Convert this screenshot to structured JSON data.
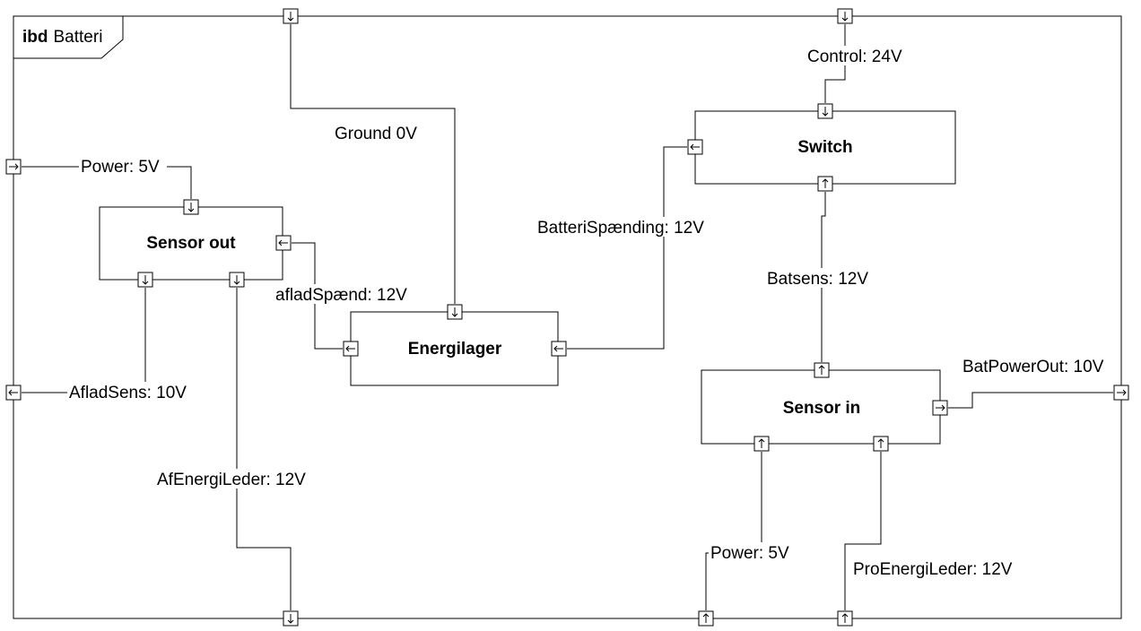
{
  "frame": {
    "keyword": "ibd",
    "name": "Batteri"
  },
  "blocks": {
    "sensor_out": "Sensor out",
    "energilager": "Energilager",
    "switch": "Switch",
    "sensor_in": "Sensor in"
  },
  "connections": {
    "power_left": "Power: 5V",
    "aflad_sens": "AfladSens: 10V",
    "af_energi_leder": "AfEnergiLeder: 12V",
    "ground": "Ground 0V",
    "aflad_spaend": "afladSpænd: 12V",
    "batteri_spaending": "BatteriSpænding: 12V",
    "control": "Control: 24V",
    "batsens": "Batsens: 12V",
    "bat_power_out": "BatPowerOut: 10V",
    "power_right": "Power: 5V",
    "pro_energi_leder": "ProEnergiLeder: 12V"
  }
}
